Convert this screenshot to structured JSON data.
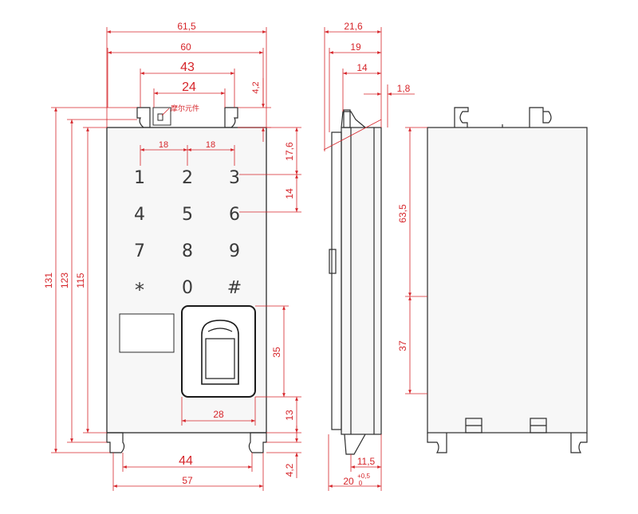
{
  "colors": {
    "dimension": "#d6252a",
    "outline": "#2b2b2b",
    "background": "#ffffff",
    "panel_fill": "#f7f7f7"
  },
  "front_view": {
    "sensor_label": "摩尔元件",
    "keys": [
      "1",
      "2",
      "3",
      "4",
      "5",
      "6",
      "7",
      "8",
      "9",
      "*",
      "0",
      "#"
    ],
    "dimensions": {
      "overall_width": "61,5",
      "inner_width": "60",
      "hole_spacing_top": "43",
      "slot_width": "24",
      "tab_height_top": "4,2",
      "key_pitch_x1": "18",
      "key_pitch_x2": "18",
      "key_offset_top": "17,6",
      "key_pitch_y": "14",
      "overall_height": "131",
      "height_123": "123",
      "height_115": "115",
      "sensor_height": "35",
      "sensor_width": "28",
      "sensor_offset_bottom": "13",
      "hole_spacing_bottom": "44",
      "base_width": "57",
      "tab_height_bottom": "4,2"
    }
  },
  "side_view": {
    "dimensions": {
      "depth_total": "21,6",
      "depth_19": "19",
      "depth_14": "14",
      "lip": "1,8",
      "depth_bottom": "11,5",
      "depth_tolerance_base": "20",
      "depth_tolerance_sup": "+0,5",
      "depth_tolerance_sub": "0"
    }
  },
  "back_view": {
    "dimensions": {
      "upper_length": "63,5",
      "lower_length": "37"
    }
  }
}
